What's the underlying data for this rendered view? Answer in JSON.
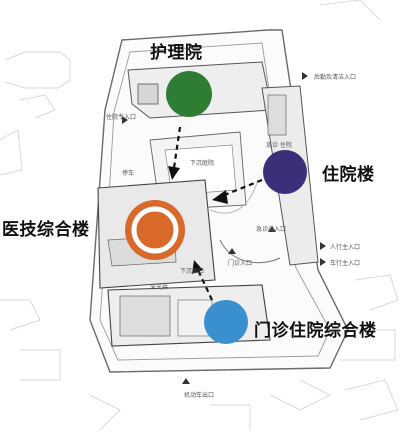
{
  "labels": {
    "nursing": "护理院",
    "inpatient": "住院楼",
    "medtech": "医技综合楼",
    "outpatient": "门诊住院综合楼"
  },
  "small_labels": {
    "top_right_entry": "后勤及清洁入口",
    "left_gate": "住院专入口",
    "courtyard_top": "下沉庭院",
    "inpatient_side": "急诊 住院",
    "outpatient_entry": "门诊入口",
    "emergency_entry": "急诊出入口",
    "right_gate_1": "人行主入口",
    "right_gate_2": "车行主入口",
    "lot": "停车",
    "bottom_gate": "机动车出口",
    "med_side": "下沉出口",
    "lower_strip": "采光井"
  },
  "colors": {
    "nursing_circle": "#2e7d32",
    "inpatient_circle": "#3b2f7a",
    "medtech_circle": "#d8692a",
    "outpatient_circle": "#3a8fcf",
    "ring": "#ffffff"
  },
  "icons": {
    "arrow": "dashed-arrow-icon",
    "entrance": "entrance-arrow-icon"
  }
}
